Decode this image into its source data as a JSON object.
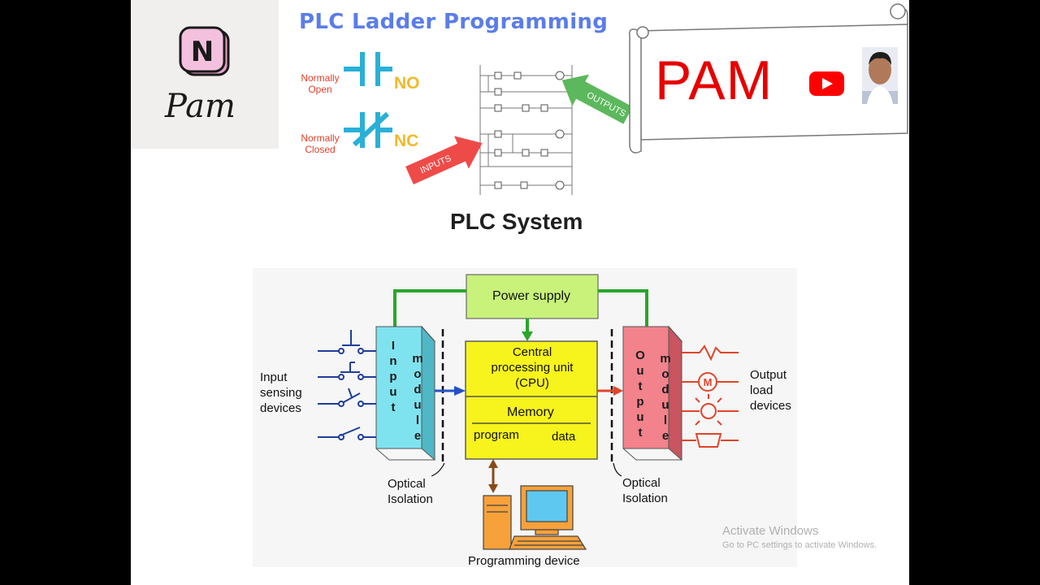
{
  "logo": {
    "letter": "N",
    "name": "Pam"
  },
  "ladder": {
    "title": "PLC Ladder Programming",
    "no_label": "Normally Open",
    "no_code": "NO",
    "nc_label": "Normally Closed",
    "nc_code": "NC",
    "inputs_arrow": "INPUTS",
    "outputs_arrow": "OUTPUTS"
  },
  "banner": {
    "text": "PAM"
  },
  "system": {
    "title": "PLC System",
    "power_supply": "Power supply",
    "cpu": "Central processing unit (CPU)",
    "memory": "Memory",
    "program": "program",
    "data": "data",
    "input_module": "Input module",
    "output_module": "Output module",
    "input_devices": "Input sensing devices",
    "output_devices": "Output load devices",
    "optical_isolation": "Optical Isolation",
    "programming_device": "Programming device",
    "motor_symbol": "M"
  },
  "watermark": {
    "line1": "Activate Windows",
    "line2": "Go to PC settings to activate Windows."
  },
  "colors": {
    "power_supply": "#c8f27a",
    "cpu": "#f7f31d",
    "input_module": "#7fe3ef",
    "output_module": "#f2828c",
    "green_arrow": "#2aa62a",
    "blue_arrow": "#2451c8",
    "red_arrow": "#e0452a",
    "brown_arrow": "#8a4a16",
    "computer": "#f7a13a",
    "youtube": "#ff0000",
    "banner_text": "#e60000"
  }
}
